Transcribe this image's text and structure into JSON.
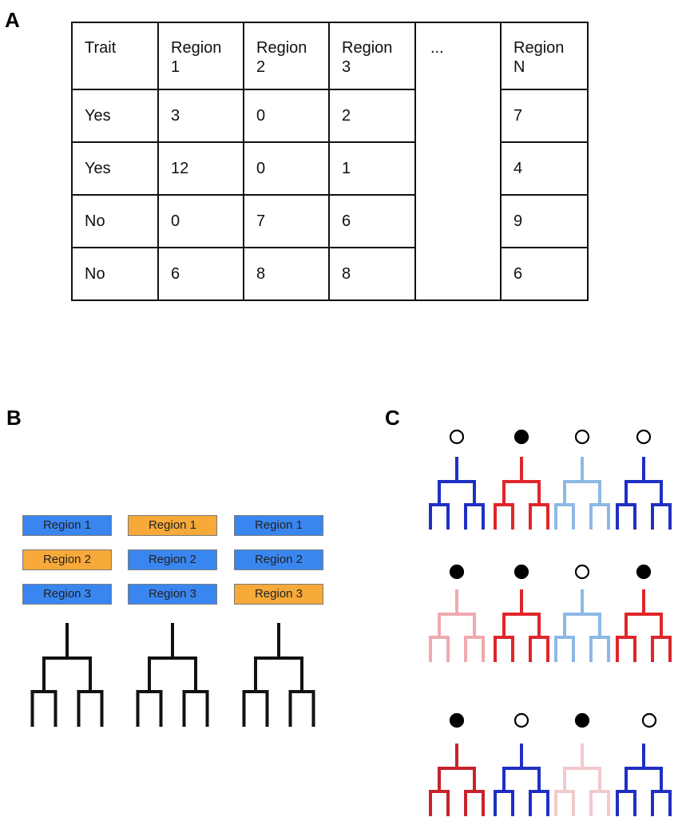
{
  "panels": {
    "a": "A",
    "b": "B",
    "c": "C"
  },
  "table": {
    "headers": [
      "Trait",
      "Region\n1",
      "Region\n2",
      "Region\n3",
      "",
      "Region\nN"
    ],
    "rows": [
      [
        "Yes",
        "3",
        "0",
        "2",
        "7"
      ],
      [
        "Yes",
        "12",
        "0",
        "1",
        "4"
      ],
      [
        "No",
        "0",
        "7",
        "6",
        "9"
      ],
      [
        "No",
        "6",
        "8",
        "8",
        "6"
      ]
    ],
    "ellipsis": "..."
  },
  "panel_b": {
    "columns": [
      {
        "regions": [
          {
            "label": "Region 1",
            "state": "blue"
          },
          {
            "label": "Region 2",
            "state": "orange"
          },
          {
            "label": "Region 3",
            "state": "blue"
          }
        ]
      },
      {
        "regions": [
          {
            "label": "Region 1",
            "state": "orange"
          },
          {
            "label": "Region 2",
            "state": "blue"
          },
          {
            "label": "Region 3",
            "state": "blue"
          }
        ]
      },
      {
        "regions": [
          {
            "label": "Region 1",
            "state": "blue"
          },
          {
            "label": "Region 2",
            "state": "blue"
          },
          {
            "label": "Region 3",
            "state": "orange"
          }
        ]
      }
    ],
    "colors": {
      "blue": "#3a86f0",
      "orange": "#f7a93a",
      "tree": "#111111"
    }
  },
  "panel_c": {
    "rows": [
      [
        {
          "trait": "open",
          "color": "#1f2fc4"
        },
        {
          "trait": "filled",
          "color": "#e0262a"
        },
        {
          "trait": "open",
          "color": "#8db8e6"
        },
        {
          "trait": "open",
          "color": "#1f2fc4"
        }
      ],
      [
        {
          "trait": "filled",
          "color": "#efaab0"
        },
        {
          "trait": "filled",
          "color": "#e0262a"
        },
        {
          "trait": "open",
          "color": "#8db8e6"
        },
        {
          "trait": "filled",
          "color": "#e0262a"
        }
      ],
      [
        {
          "trait": "filled",
          "color": "#c8222c"
        },
        {
          "trait": "open",
          "color": "#1f2fc4"
        },
        {
          "trait": "filled",
          "color": "#f2c9cd"
        },
        {
          "trait": "open",
          "color": "#1f2fc4"
        }
      ]
    ]
  }
}
